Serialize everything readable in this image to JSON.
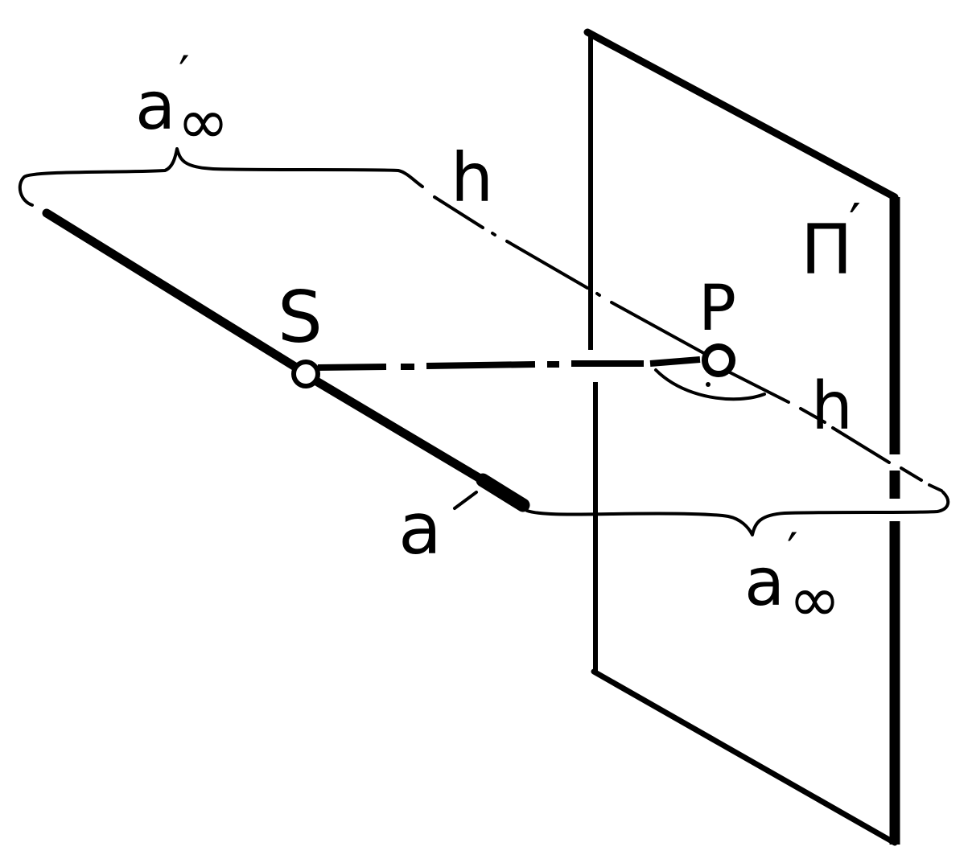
{
  "labels": {
    "a_inf_top": {
      "main": "a",
      "prime": "′",
      "sub": "∞"
    },
    "h_top": "h",
    "pi_prime": {
      "main": "Π",
      "prime": "′"
    },
    "S": "S",
    "P": "P",
    "h_right": "h",
    "a": "a",
    "a_inf_bottom": {
      "main": "a",
      "prime": "′",
      "sub": "∞"
    }
  },
  "colors": {
    "ink": "#000000",
    "paper": "#ffffff"
  }
}
